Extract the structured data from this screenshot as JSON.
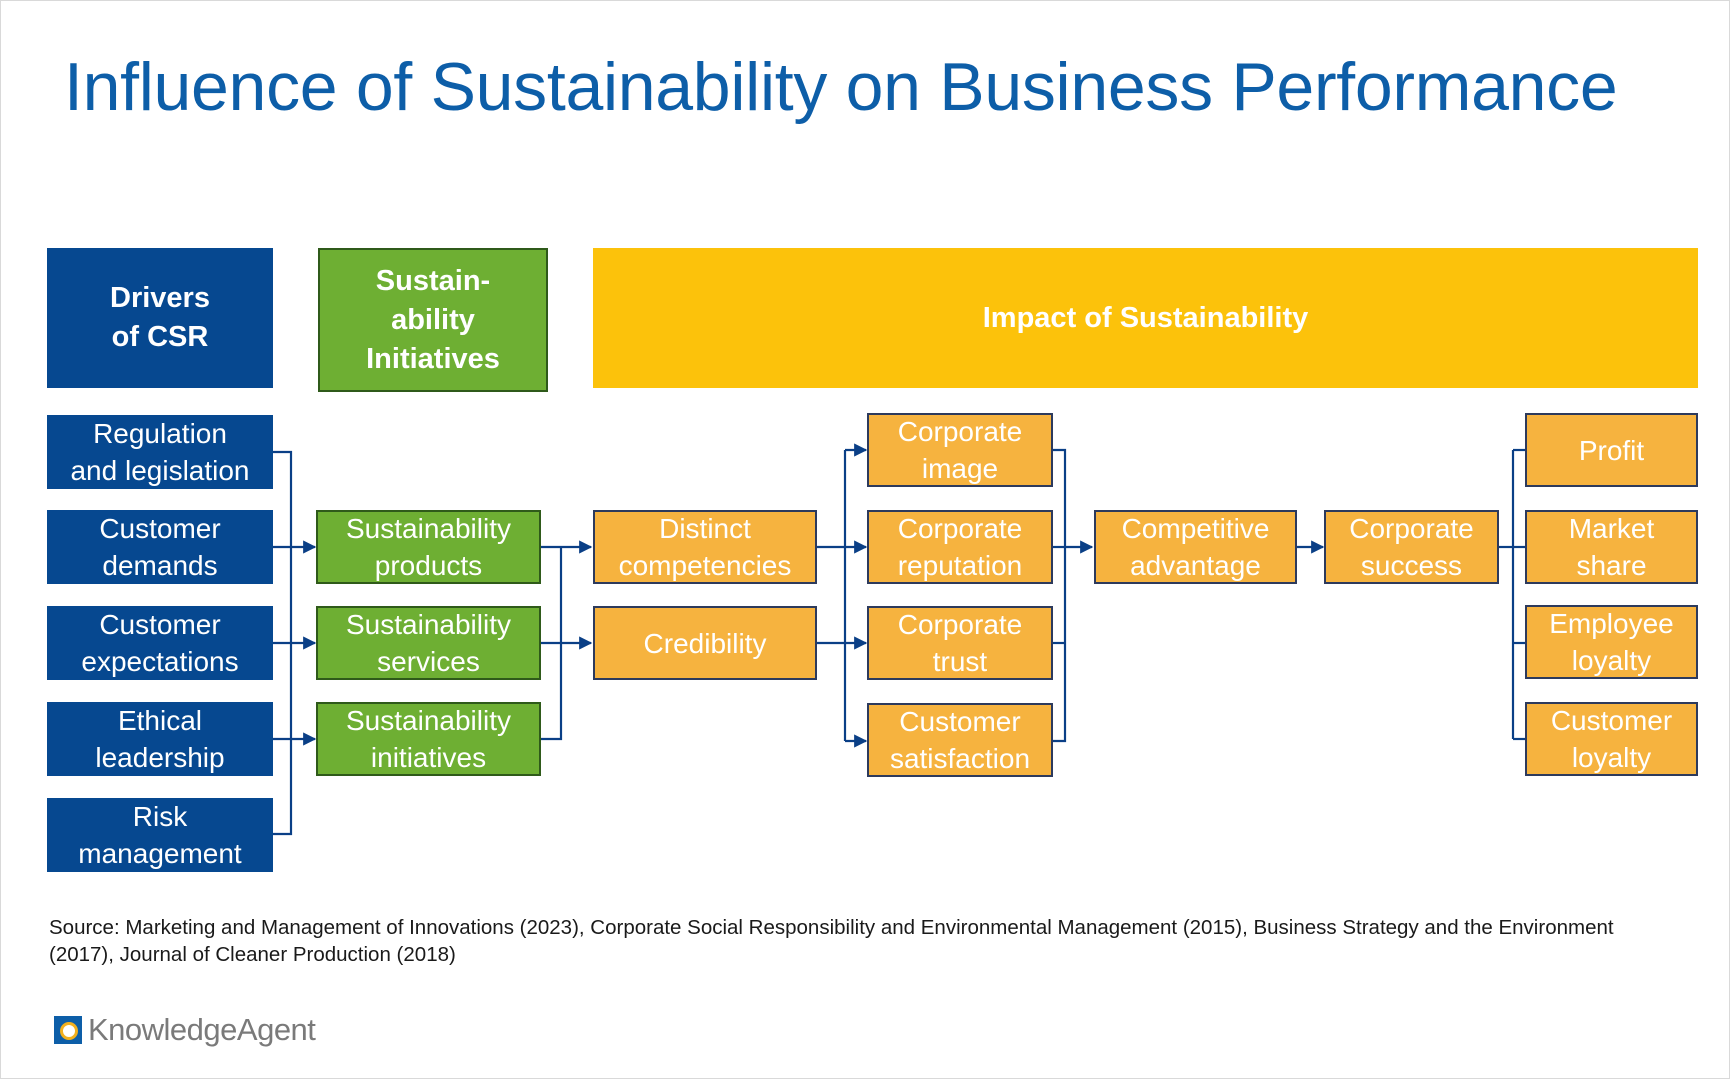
{
  "title": "Influence of Sustainability on Business Performance",
  "colors": {
    "title": "#0d5ea8",
    "drivers": "#064890",
    "initiatives": "#6eaf33",
    "impact_header": "#fcc20b",
    "impact_box": "#f6b33f",
    "connector": "#0a3f86"
  },
  "headers": {
    "drivers": "Drivers\nof CSR",
    "initiatives": "Sustain-\nability\nInitiatives",
    "impact": "Impact of Sustainability"
  },
  "drivers": [
    "Regulation\nand legislation",
    "Customer\ndemands",
    "Customer\nexpectations",
    "Ethical\nleadership",
    "Risk\nmanagement"
  ],
  "initiatives": [
    "Sustainability\nproducts",
    "Sustainability\nservices",
    "Sustainability\ninitiatives"
  ],
  "competencies": [
    "Distinct\ncompetencies",
    "Credibility"
  ],
  "corporate": [
    "Corporate\nimage",
    "Corporate\nreputation",
    "Corporate\ntrust",
    "Customer\nsatisfaction"
  ],
  "advantage": "Competitive\nadvantage",
  "success": "Corporate\nsuccess",
  "outcomes": [
    "Profit",
    "Market\nshare",
    "Employee\nloyalty",
    "Customer\nloyalty"
  ],
  "source": "Source: Marketing and Management of Innovations (2023), Corporate Social Responsibility and Environmental Management (2015), Business Strategy and the Environment\n(2017),  Journal of Cleaner Production (2018)",
  "logo": {
    "icon": "knowledgeagent-logo-icon",
    "text": "KnowledgeAgent"
  }
}
